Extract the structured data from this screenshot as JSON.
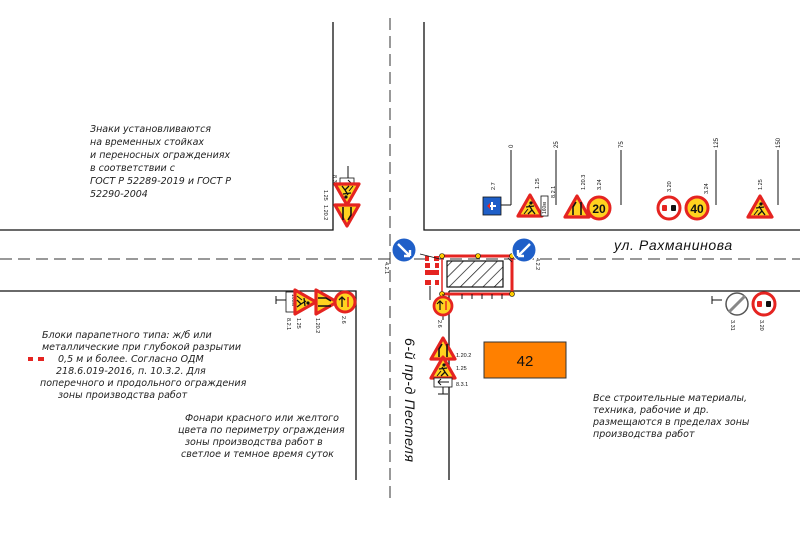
{
  "street_main": "ул. Рахманинова",
  "street_cross": "6-й пр-д Пестеля",
  "note_top": [
    "Знаки установливаются",
    "на временных стойках",
    "и переносных  ограждениях",
    "в соответствии с",
    "ГОСТ Р 52289-2019 и ГОСТ Р",
    "52290-2004"
  ],
  "note_blocks": [
    "Блоки парапетного типа: ж/б или",
    "металлические при глубокой разрытии",
    "0,5 м и более. Согласно ОДМ",
    "218.6.019-2016, п. 10.3.2. Для",
    "поперечного и продольного ограждения",
    "зоны производства работ"
  ],
  "note_lamps": [
    "Фонари красного или желтого",
    "цвета по периметру ограждения",
    "зоны производства работ в",
    "светлое и темное время суток"
  ],
  "note_materials": [
    "Все строительные материалы,",
    "техника, рабочие и др.",
    "размещаются в пределах зоны",
    "производства работ"
  ],
  "box_label": "42",
  "chainage": [
    "0",
    "25",
    "75",
    "125",
    "150"
  ],
  "sign_labels": {
    "s832": "8.3.2",
    "s125a": "1.25",
    "s1202a": "1.20.2",
    "s27": "2.7",
    "s125b": "1.25",
    "s821a": "8.2.1",
    "s1203": "1.20.3",
    "s324a": "3.24",
    "s320a": "3.20",
    "s324b": "3.24",
    "s125c": "1.25",
    "s421": "4.2.1",
    "s422": "4.2.2",
    "s821b": "8.2.1",
    "s125d": "1.25",
    "s1202b": "1.20.2",
    "s26a": "2.6",
    "s26b": "2.6",
    "s331": "3.31",
    "s320b": "3.20",
    "s1202c": "1.20.2",
    "s125e": "1.25",
    "s831": "8.3.1"
  },
  "plate_dist": "160м",
  "speed_20": "20",
  "speed_40": "40"
}
